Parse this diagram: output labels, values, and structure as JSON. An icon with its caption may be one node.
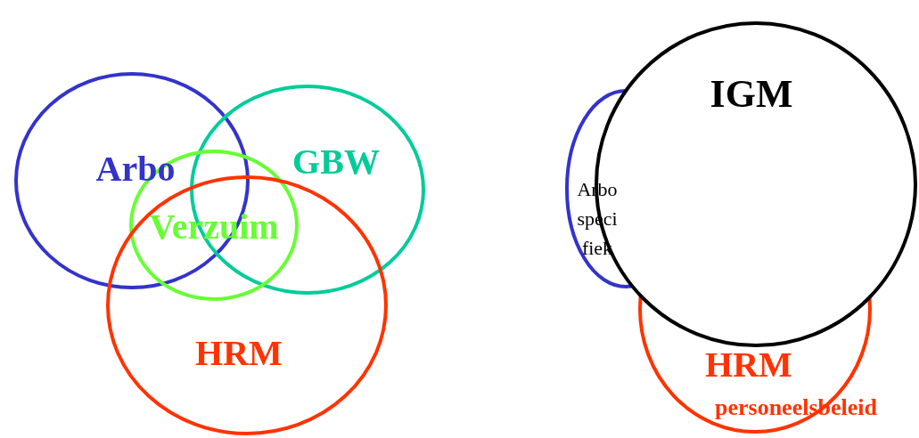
{
  "diagram": {
    "nodes": [
      {
        "text": [
          "Arbo"
        ]
      },
      {
        "text": [
          "GBW"
        ]
      },
      {
        "text": [
          "Verzuim"
        ]
      },
      {
        "text": [
          "HRM"
        ]
      },
      {
        "text": [
          "Arbo speci fiek"
        ]
      },
      {
        "text": [
          "IGM"
        ]
      },
      {
        "text": [
          "HRM",
          "personeelsbeleid"
        ]
      }
    ],
    "edges": []
  }
}
